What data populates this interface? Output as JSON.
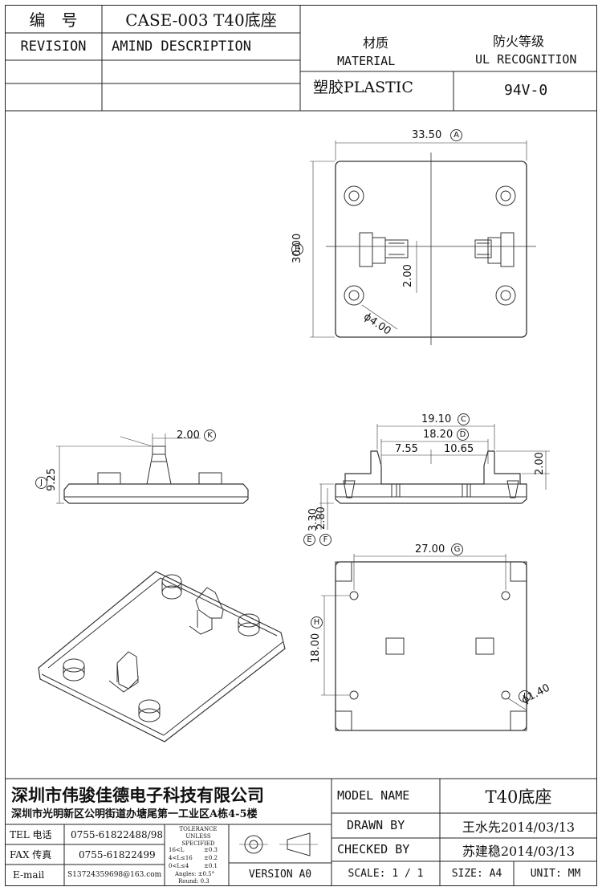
{
  "title_block": {
    "number_label": "编　号",
    "number_value": "CASE-003 T40底座",
    "revision_label": "REVISION",
    "amend_label": "AMIND DESCRIPTION",
    "material_cn": "材质",
    "material_en": "MATERIAL",
    "material_value": "塑胶PLASTIC",
    "ul_cn": "防火等级",
    "ul_en": "UL RECOGNITION",
    "ul_value": "94V-0"
  },
  "dimensions": {
    "top_width": "33.50",
    "top_height": "30.00",
    "top_offset": "2.00",
    "top_hole": "ϕ4.00",
    "side_width": "2.00",
    "side_height": "9.25",
    "front_c": "19.10",
    "front_d": "18.20",
    "front_left": "7.55",
    "front_right": "10.65",
    "front_top": "2.00",
    "front_e": "3.30",
    "front_f": "2.80",
    "bottom_width": "27.00",
    "bottom_height": "18.00",
    "bottom_hole": "ϕ1.40"
  },
  "markers": {
    "a": "A",
    "b": "B",
    "c": "C",
    "d": "D",
    "e": "E",
    "f": "F",
    "g": "G",
    "h": "H",
    "i": "I",
    "j": "J",
    "k": "K"
  },
  "footer": {
    "company_name": "深圳市伟骏佳德电子科技有限公司",
    "company_address": "深圳市光明新区公明街道办塘尾第一工业区A栋4-5楼",
    "tel_label": "TEL 电话",
    "tel_value": "0755-61822488/98",
    "fax_label": "FAX 传真",
    "fax_value": "0755-61822499",
    "email_label": "E-mail",
    "email_value": "S13724359698@163.com",
    "tolerance_title": "TOLERANCE UNLESS SPECIFIED",
    "tol_rows": [
      [
        "16<L",
        "±0.3"
      ],
      [
        "4<L≤16",
        "±0.2"
      ],
      [
        "0<L≤4",
        "±0.1"
      ]
    ],
    "tol_angles": "Angles: ±0.5°",
    "tol_round": "Round: 0.3",
    "version": "VERSION A0",
    "model_label": "MODEL NAME",
    "model_value": "T40底座",
    "drawn_label": "DRAWN BY",
    "drawn_value": "王水先2014/03/13",
    "checked_label": "CHECKED BY",
    "checked_value": "苏建稳2014/03/13",
    "scale": "SCALE: 1 / 1",
    "size": "SIZE: A4",
    "unit": "UNIT: MM"
  }
}
